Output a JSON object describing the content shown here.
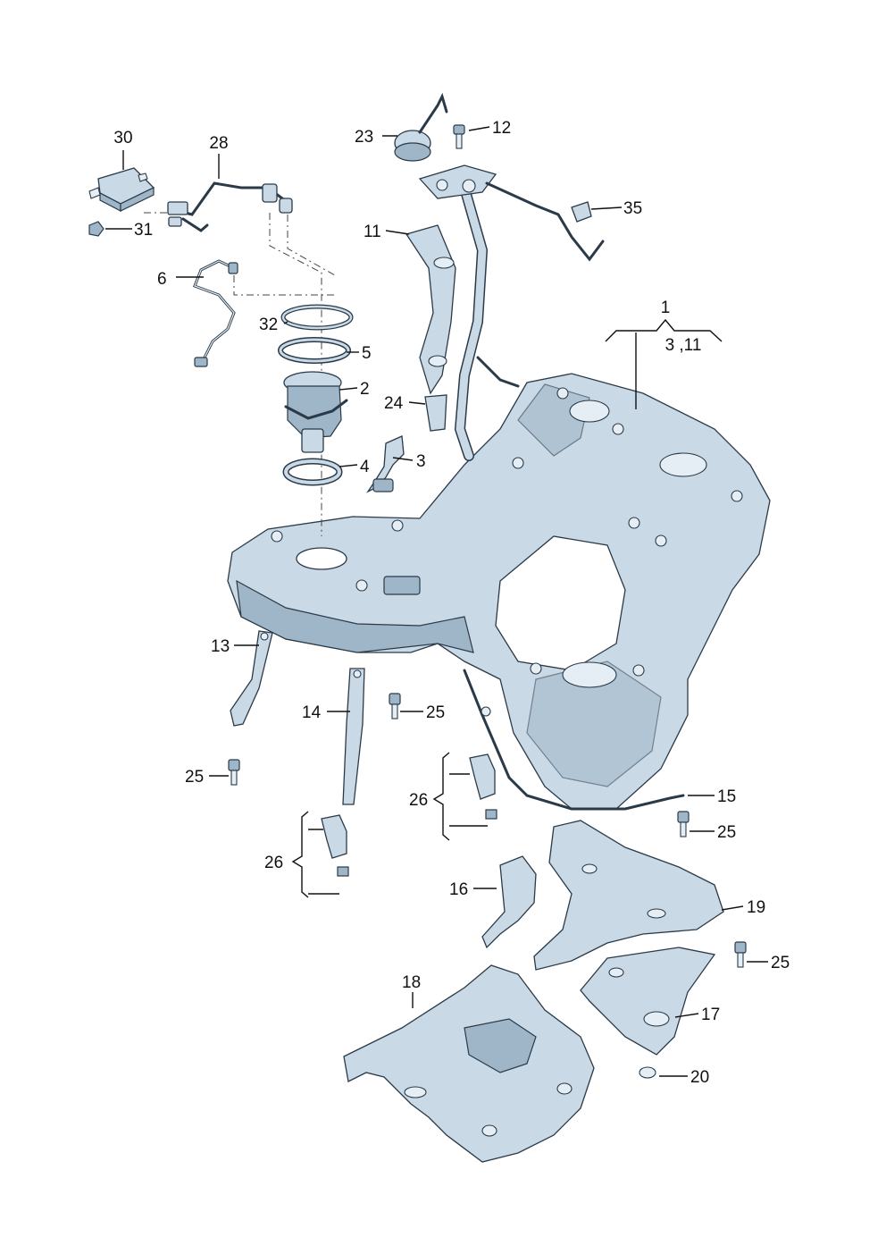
{
  "diagram": {
    "callouts": {
      "c1": "1",
      "c1sub": "3 ,11",
      "c2": "2",
      "c3": "3",
      "c4": "4",
      "c5": "5",
      "c6": "6",
      "c11": "11",
      "c12": "12",
      "c13": "13",
      "c14": "14",
      "c15": "15",
      "c16": "16",
      "c17": "17",
      "c18": "18",
      "c19": "19",
      "c20": "20",
      "c23": "23",
      "c24": "24",
      "c25a": "25",
      "c25b": "25",
      "c25c": "25",
      "c25d": "25",
      "c26a": "26",
      "c26b": "26",
      "c28": "28",
      "c30": "30",
      "c31": "31",
      "c32": "32",
      "c35": "35"
    }
  }
}
